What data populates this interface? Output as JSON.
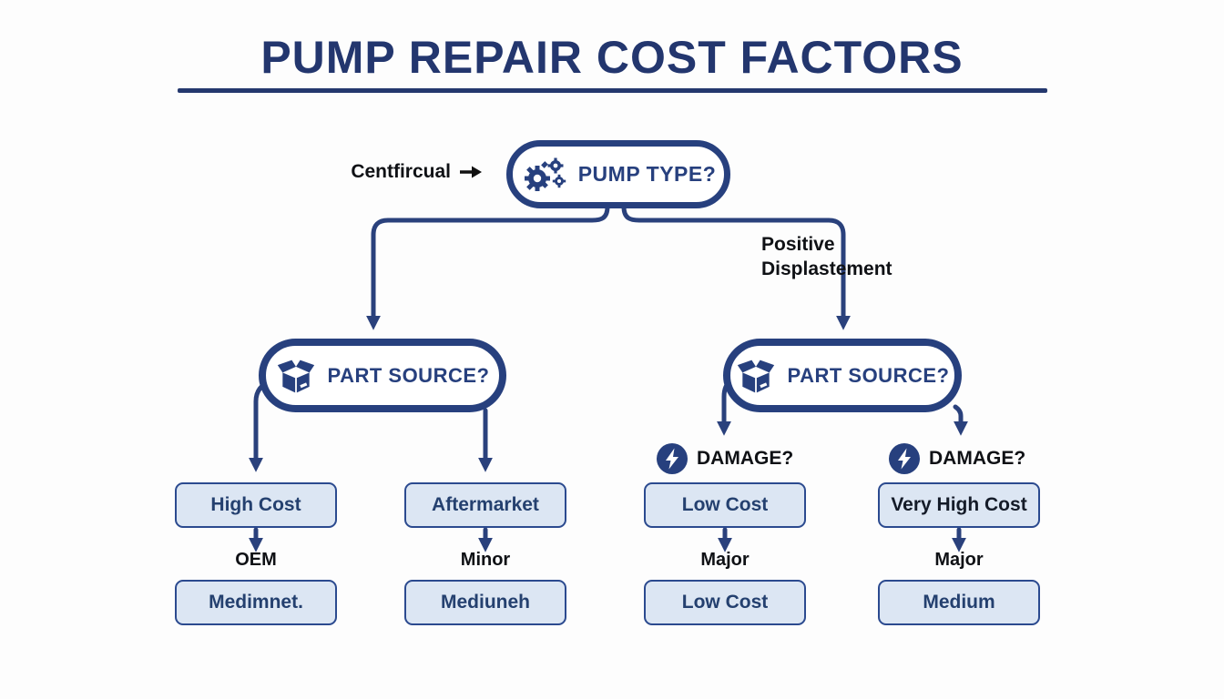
{
  "title": {
    "text": "PUMP REPAIR COST FACTORS"
  },
  "root_node": {
    "label": "PUMP TYPE?",
    "icon": "gears-icon",
    "side_branch_label": "Centfircual",
    "side_arrow_icon": "arrow-right-icon"
  },
  "right_branch_label": {
    "line1": "Positive",
    "line2": "Displastement"
  },
  "part_source_nodes": {
    "left": {
      "label": "PART SOURCE?",
      "icon": "package-icon"
    },
    "right": {
      "label": "PART SOURCE?",
      "icon": "package-icon"
    }
  },
  "damage_labels": {
    "left": {
      "label": "DAMAGE?",
      "icon": "lightning-icon"
    },
    "right": {
      "label": "DAMAGE?",
      "icon": "lightning-icon"
    }
  },
  "columns": [
    {
      "top_box": "High Cost",
      "mid_label": "OEM",
      "bottom_box": "Medimnet."
    },
    {
      "top_box": "Aftermarket",
      "mid_label": "Minor",
      "bottom_box": "Mediuneh"
    },
    {
      "top_box": "Low Cost",
      "mid_label": "Major",
      "bottom_box": "Low Cost"
    },
    {
      "top_box": "Very High Cost",
      "mid_label": "Major",
      "bottom_box": "Medium"
    }
  ],
  "colors": {
    "navy": "#27407e",
    "title": "#23366e",
    "wire": "#2a417c",
    "box_fill": "#dce6f3",
    "box_border": "#2b4a8f",
    "label_black": "#0f1115",
    "background": "#fdfdfd"
  }
}
